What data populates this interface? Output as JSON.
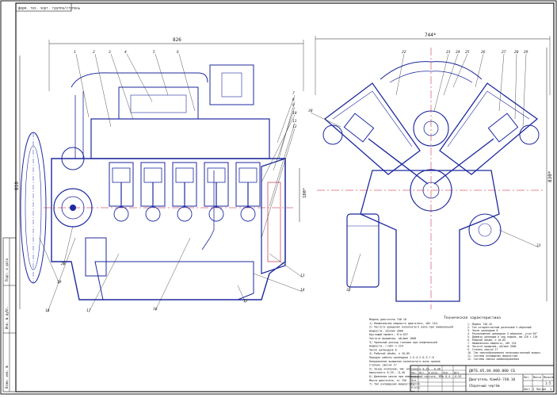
{
  "sheet": {
    "corner_stamp": "форм. тех. черт. группа/ступень",
    "side_stamp_top": "Подп. и дата",
    "side_stamp_mid": "Инв. № дубл.",
    "side_stamp_bot": "Взам. инв. №"
  },
  "dimensions": {
    "left_width": "826",
    "right_width": "744*",
    "left_height": "810",
    "right_height": "830*",
    "crank_height": "180*"
  },
  "callouts_left": [
    "1",
    "2",
    "3",
    "4",
    "5",
    "6",
    "7",
    "8",
    "9",
    "10",
    "11",
    "12",
    "13",
    "14",
    "15",
    "16",
    "17",
    "18",
    "19",
    "20"
  ],
  "callouts_right": [
    "22",
    "23",
    "24",
    "25",
    "26",
    "27",
    "28",
    "29",
    "30",
    "31",
    "32"
  ],
  "spec_left": {
    "lines": [
      "Модель двигателя                                    740.10",
      "1) Номинальная мощность двигателя, кВт              154",
      "2) Частота вращения коленчатого вала при номинальной",
      "   мощности, об/мин                                2600",
      "   Крутящий момент, Н·м                              637",
      "   Частота вращения, об/мин                         1600",
      "3) Удельный расход топлива при номинальной",
      "   мощности, г/кВт·ч                                 224",
      "   Число цилиндров                                     8",
      "4) Рабочий объём, л                                10,85",
      "   Порядок работы цилиндров      1-5-4-2-6-3-7-8",
      "   Направление вращения коленчатого вала      правое",
      "   Степень сжатия                                  17",
      "5) Зазор клапанов, мм: впускного           0,25...0,30",
      "   выпускного                                  0,35...0,40",
      "6) Давление масла при номинальной частоте, МПа  0,4...0,55",
      "   Масса двигателя, кг                               750",
      "7) Тип охлаждения                          жидкостное"
    ]
  },
  "spec_right": {
    "title": "Техническая характеристика",
    "lines": [
      "1. Модель                                     740.10",
      "2. Тип                 четырёхтактный дизельный V-образный",
      "3. Число цилиндров                                  8",
      "4. Расположение цилиндров           V-образное, угол 90°",
      "5. Диаметр цилиндра и ход поршня, мм     120 × 120",
      "6. Рабочий объём, л                             10,85",
      "7. Номинальная мощность, кВт                   154",
      "8. Частота вращения, об/мин                    2600",
      "9. Степень сжатия                                  17",
      "10. Тип смесеобразования           непосредственный впрыск",
      "11. Система охлаждения                    жидкостная",
      "12. Система смазки                      комбинированная"
    ]
  },
  "title_block": {
    "project": "ДКТБ.05.04.000.000 СБ",
    "name": "Двигатель КамАЗ-740.10",
    "doc_type": "Сборочный чертёж",
    "scale": "1:5",
    "sheet_no": "1",
    "sheets": "1",
    "rows": [
      "Изм.",
      "Лист",
      "№ докум.",
      "Подп.",
      "Дата"
    ],
    "roles": [
      "Разраб.",
      "Пров.",
      "Т.контр.",
      "Н.контр.",
      "Утв."
    ],
    "lit": "Лит.",
    "mass": "Масса",
    "scale_label": "Масштаб",
    "sheet_label": "Лист",
    "sheets_label": "Листов"
  },
  "colors": {
    "frame": "#1a1a1a",
    "drawing": "#1e2a9e",
    "accent": "#c0102a",
    "callout": "#2a2a2a"
  }
}
